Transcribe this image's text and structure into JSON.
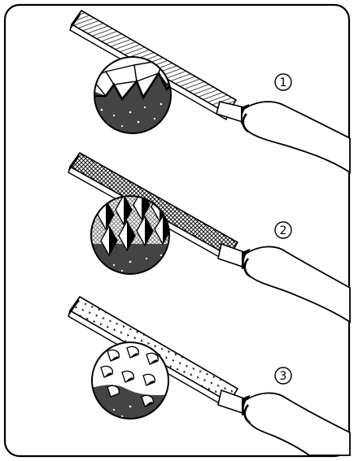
{
  "figure": {
    "panels": [
      {
        "label": "1",
        "kind": "single-cut file",
        "icon": "single-cut-teeth-icon"
      },
      {
        "label": "2",
        "kind": "double-cut file",
        "icon": "double-cut-teeth-icon"
      },
      {
        "label": "3",
        "kind": "rasp",
        "icon": "rasp-teeth-icon"
      }
    ]
  },
  "colors": {
    "ink": "#000000",
    "paper": "#ffffff"
  }
}
